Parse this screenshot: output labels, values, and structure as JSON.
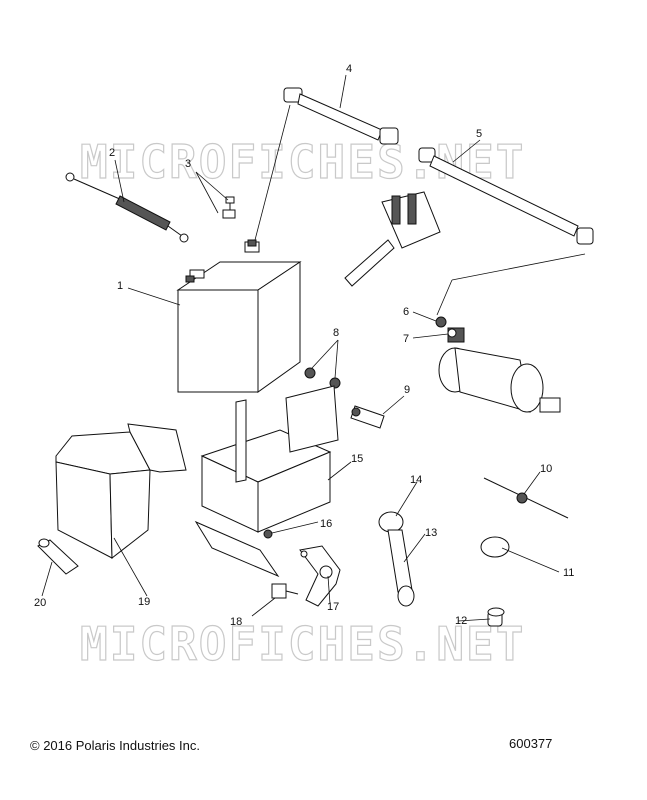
{
  "watermark_text": "MICROFICHES.NET",
  "copyright": "© 2016 Polaris Industries Inc.",
  "diagram_number": "600377",
  "callouts": [
    "1",
    "2",
    "3",
    "4",
    "5",
    "6",
    "7",
    "8",
    "9",
    "10",
    "11",
    "12",
    "13",
    "14",
    "15",
    "16",
    "17",
    "18",
    "19",
    "20"
  ]
}
